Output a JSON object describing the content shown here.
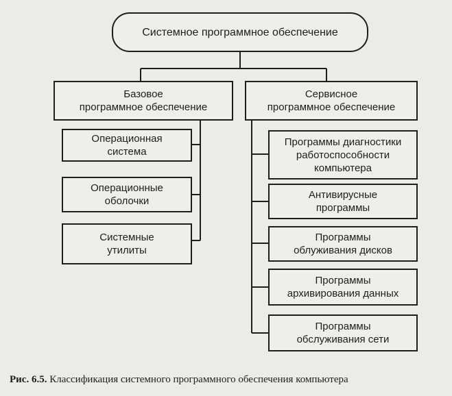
{
  "diagram": {
    "root": [
      "Системное программное обеспечение"
    ],
    "base": {
      "title": [
        "Базовое",
        "программное обеспечение"
      ],
      "items": [
        [
          "Операционная",
          "система"
        ],
        [
          "Операционные",
          "оболочки"
        ],
        [
          "Системные",
          "утилиты"
        ]
      ]
    },
    "service": {
      "title": [
        "Сервисное",
        "программное обеспечение"
      ],
      "items": [
        [
          "Программы диагностики",
          "работоспособности",
          "компьютера"
        ],
        [
          "Антивирусные",
          "программы"
        ],
        [
          "Программы",
          "облуживания дисков"
        ],
        [
          "Программы",
          "архивирования данных"
        ],
        [
          "Программы",
          "обслуживания сети"
        ]
      ]
    }
  },
  "caption": {
    "label": "Рис. 6.5.",
    "text": "Классификация системного программного обеспечения компьютера"
  }
}
